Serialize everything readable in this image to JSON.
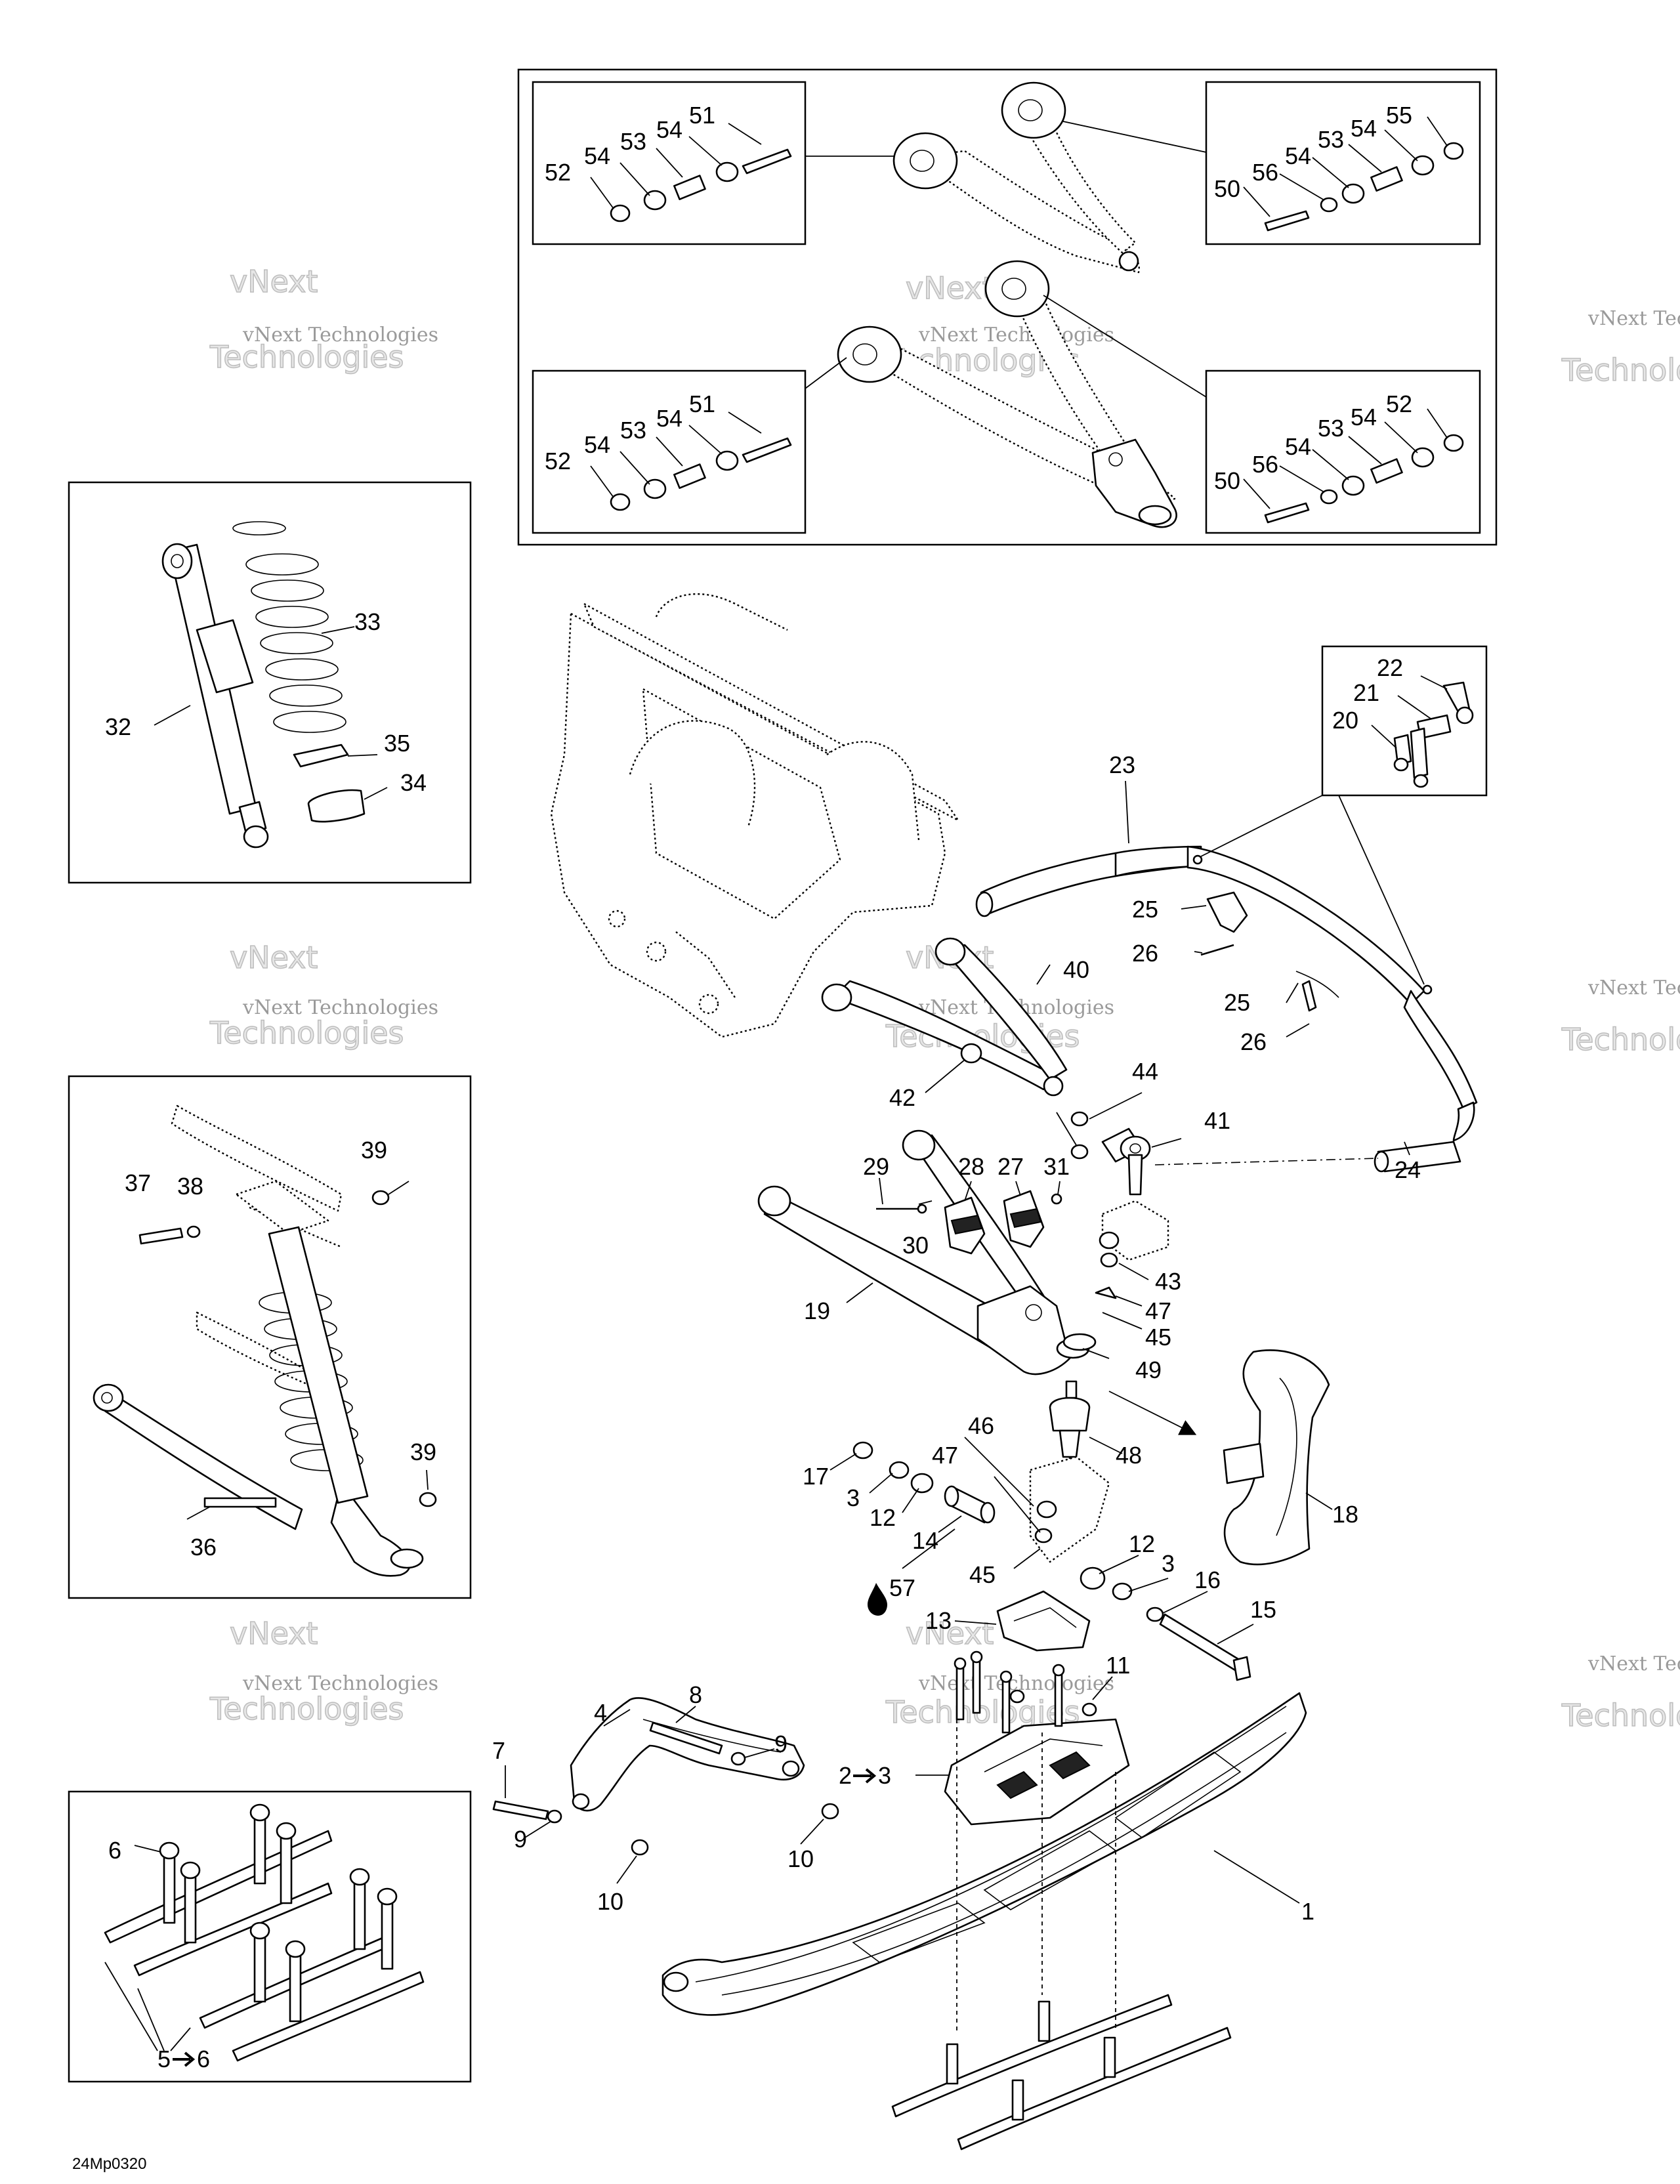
{
  "drawing_code": "24Mp0320",
  "watermark": {
    "line1": "vNext Technologies",
    "line2": "vNext",
    "line3": "Technologies"
  },
  "labels": {
    "l1": "1",
    "l2to3a": "2",
    "l2to3b": "3",
    "l3a": "3",
    "l3b": "3",
    "l4": "4",
    "l5to6a": "5",
    "l5to6b": "6",
    "l6": "6",
    "l7": "7",
    "l8": "8",
    "l9a": "9",
    "l9b": "9",
    "l10a": "10",
    "l10b": "10",
    "l11": "11",
    "l12a": "12",
    "l12b": "12",
    "l13": "13",
    "l14": "14",
    "l15": "15",
    "l16": "16",
    "l17": "17",
    "l18": "18",
    "l19": "19",
    "l20": "20",
    "l21": "21",
    "l22": "22",
    "l23": "23",
    "l24": "24",
    "l25a": "25",
    "l25b": "25",
    "l26a": "26",
    "l26b": "26",
    "l27": "27",
    "l28": "28",
    "l29": "29",
    "l30": "30",
    "l31": "31",
    "l32": "32",
    "l33": "33",
    "l34": "34",
    "l35": "35",
    "l36": "36",
    "l37": "37",
    "l38": "38",
    "l39a": "39",
    "l39b": "39",
    "l40": "40",
    "l41": "41",
    "l42": "42",
    "l43": "43",
    "l44": "44",
    "l45a": "45",
    "l45b": "45",
    "l46": "46",
    "l47a": "47",
    "l47b": "47",
    "l48": "48",
    "l49": "49",
    "l50a": "50",
    "l50b": "50",
    "l51a": "51",
    "l51b": "51",
    "l52a": "52",
    "l52b": "52",
    "l52c": "52",
    "l53a": "53",
    "l53b": "53",
    "l53c": "53",
    "l53d": "53",
    "l54a": "54",
    "l54b": "54",
    "l54c": "54",
    "l54d": "54",
    "l54e": "54",
    "l54f": "54",
    "l54g": "54",
    "l54h": "54",
    "l55": "55",
    "l56a": "56",
    "l56b": "56",
    "l57": "57"
  },
  "icons": {
    "arrow": "right-arrow-icon",
    "loctite": "drop-icon"
  }
}
